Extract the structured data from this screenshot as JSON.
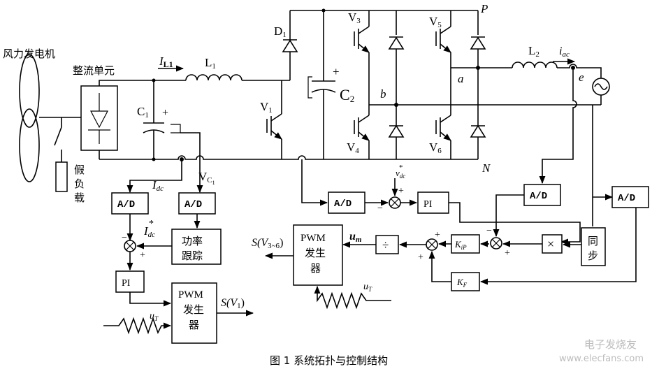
{
  "caption": "图 1  系统拓扑与控制结构",
  "labels": {
    "wind_gen": "风力发电机",
    "rectifier": "整流单元",
    "dummy_load": [
      "假",
      "负",
      "载"
    ],
    "i_l1": "I",
    "i_l1_sub": "L1",
    "l1": "L",
    "l1_sub": "1",
    "l2": "L",
    "l2_sub": "2",
    "iac": "i",
    "iac_sub": "ac",
    "c1": "C",
    "c1_sub": "1",
    "c2": "C",
    "c2_sub": "2",
    "d1": "D",
    "d1_sub": "1",
    "v1": "V",
    "v1_sub": "1",
    "v3": "V",
    "v3_sub": "3",
    "v4": "V",
    "v4_sub": "4",
    "v5": "V",
    "v5_sub": "5",
    "v6": "V",
    "v6_sub": "6",
    "node_p": "P",
    "node_n": "N",
    "node_a": "a",
    "node_b": "b",
    "node_e": "e",
    "idc": "I",
    "idc_sub": "dc",
    "vc1": "V",
    "vc1_sub": "C",
    "vc1_subsub": "1",
    "idc_star": "I",
    "idc_star_sub": "dc",
    "star": "*",
    "vdc_star": "v",
    "vdc_star_sub": "dc",
    "minus": "−",
    "plus": "+",
    "ad": "A/D",
    "pi": "PI",
    "power_track": [
      "功率",
      "跟踪"
    ],
    "pwm": "PWM",
    "pwm_gen": [
      "发生",
      "器"
    ],
    "s_v1": "S(V",
    "s_v1_sub": "1",
    "s_v36": "S(V",
    "s_v36_sub": "3~6",
    "close_paren": ")",
    "um": "u",
    "um_sub": "m",
    "ut": "u",
    "ut_sub": "T",
    "kip": "K",
    "kip_sub": "iP",
    "kf": "K",
    "kf_sub": "F",
    "sync": [
      "同",
      "步"
    ],
    "multiply": "×",
    "divide": "÷"
  },
  "watermark": {
    "cn": "电子发烧友",
    "url": "www.elecfans.com"
  }
}
